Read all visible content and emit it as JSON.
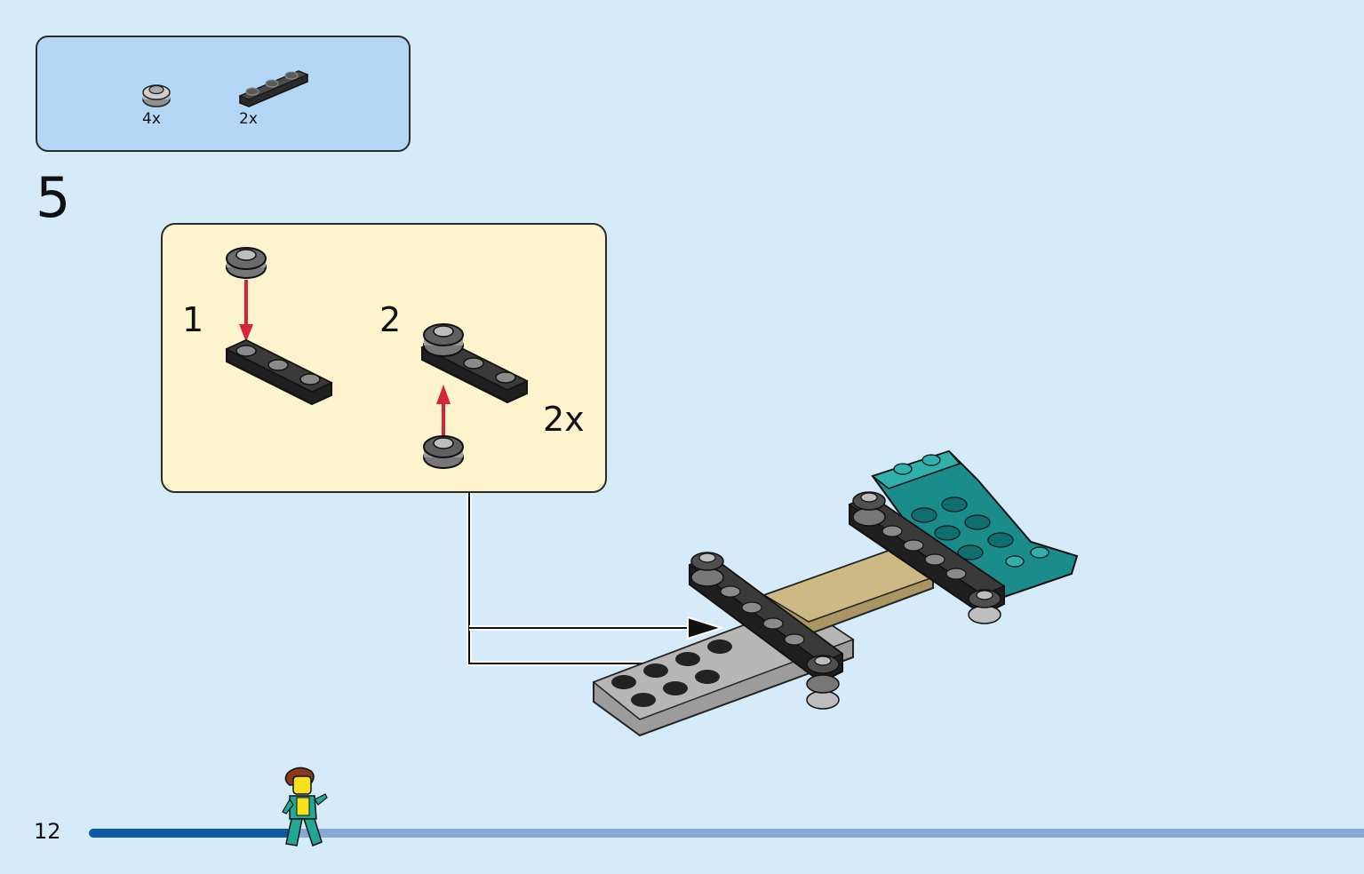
{
  "parts_list": {
    "items": [
      {
        "name": "round-plate-1x1-dark-grey",
        "qty": "4x"
      },
      {
        "name": "plate-1x3-black",
        "qty": "2x"
      }
    ]
  },
  "step": {
    "number": "5"
  },
  "sub_assembly": {
    "steps": [
      "1",
      "2"
    ],
    "multiplier": "2x"
  },
  "footer": {
    "page_number": "12",
    "progress": 0.16
  },
  "colors": {
    "background": "#d5ebfa",
    "parts_box": "#b3d7f5",
    "sub_box": "#fdf3cd",
    "arrow_red": "#d6243a",
    "progress_fill": "#0e5aa6",
    "progress_track": "#86a8d8"
  }
}
